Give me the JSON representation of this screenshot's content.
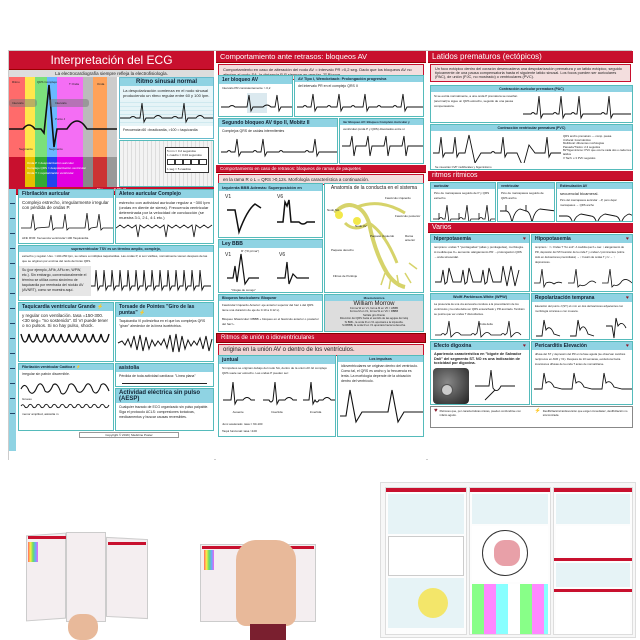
{
  "poster": {
    "title": "Interpretación del ECG",
    "subtitle": "La electrocardiografía siempre refleja la electrofisiología.",
    "waveform_labels": [
      "Ritmo",
      "QRS Complejo",
      "T Onda",
      "Onda",
      "Intervalo",
      "Intervalo",
      "Punto J",
      "Segmento",
      "Segmento"
    ],
    "waveform_notes": [
      "Onda P = despolarización auricular",
      "Complejo QRS = despolarización ventricular",
      "Onda T = repolarización ventricular"
    ],
    "footer_bar": "Ritmos ACLS",
    "normal_sinus": {
      "title": "Ritmo sinusal normal",
      "text": "La despolarización comienza en el nodo sinusal produciendo un ritmo regular entre 60 y 100 lpm.",
      "rate_note": "Frecuencia<60 =bradicardia, >100 = taquicardia",
      "grid_notes": [
        "5 mm = 0.2 segundos",
        "1 cuadro = 0.04 segundos",
        "1 seg = 5 cuadros"
      ]
    },
    "acls": [
      {
        "title": "Fibrilación auricular",
        "text": "Complejo estrecho, irregularmente irregular con pérdida de ondas P.",
        "note": "AFib RVR: frecuencia ventricular>100 Taquicardia"
      },
      {
        "title": "Aleteo auricular Complejo",
        "text": "estrecho con actividad auricular regular a ~300 lpm (ondas en diente de sierra). Frecuencia ventricular determinada por la velocidad de conducción (se muestra 3:1, 2:1, 4:1 etc.)"
      },
      {
        "title": "supraventricular TSV es un término amplio, complejo,",
        "text": "estrecho y regular. Usu. >140-250 lpm, se refiere a múltiples taquicardias. Las ondas P, si son visibles, normalmente vienen después de las que se originan por encima del nodo del tórax QRS.",
        "note": "Su (por ejemplo, AFib, AFlu en, WPW, etc.). Sin embargo, convencionalmente el término se utiliza como sinónimo de taquicardia por reentrada del nódulo AV (AVNRT), como se muestra aquí."
      },
      {
        "title": "Taquicardia ventricular Grande",
        "text": "y regular con ventilación. tasa =150-300. <30 seg= \"no sostenido\". El VI puede tener o no pulsos. Si no hay pulso, shock."
      },
      {
        "title": "Torsade de Pointes \"Giro de las puntas\"",
        "text": "Taquicardia VI polimórfica en el que los complejos QRS \"giran\" alrededor de la línea isoeléctrica."
      },
      {
        "title": "Fibrilación ventricular Caótica e",
        "text": "irregular sin patrón discernible.",
        "labels": [
          "Grueso",
          "menor amplitud, asistolia m"
        ]
      },
      {
        "title": "asistolia",
        "text": "Pérdida de toda actividad cardíaca: \"Línea plana\""
      },
      {
        "title": "Actividad eléctrica sin pulso (AESP)",
        "text": "Cualquier trazado de ECG organizado sin pulso palpable. Siga el protocolo ACLS: compresiones torácicas, medicamentos y buscar causas reversibles."
      }
    ],
    "copyright": "Copyright © 2019 | Medicine Poster",
    "av_blocks": {
      "header": "Comportamiento ante retrasos: bloqueos AV",
      "sub": "Comportamiento en caso de alteración del nodo AV = intervalo PR >0,2 seg. Dado que los bloqueos AV no afectan al nodo SA, la distancia P-P siempre es regular. 2º Bloque",
      "items": [
        {
          "title": "1er bloqueo AV",
          "text": "Intervalo PR consistentemente > 0,2",
          "note": "1 mm = 0.04 s = 0.2 segundos"
        },
        {
          "title": "AV Tipo I, Wenckebach: Prolongación progresiva",
          "text": "del intervalo PR en el complejo QRS II"
        },
        {
          "title": "Segundo bloqueo AV tipo II, Mobitz II",
          "text": "Complejos QRS de caídas intermitentes"
        },
        {
          "title": "3er Bloqueo AV: Bloqueo Completo Auricular y",
          "text": "ventricular (onda P y QRS) disociados entre sí"
        }
      ]
    },
    "bundle": {
      "header": "Comportamiento en caso de retrasos: bloqueos de ramas de paquetes",
      "sub": "en la rama R o L = QRS >0,12s. Morfología característica a continuación.",
      "lbbb": {
        "title": "Izquierda BBB Además: Superposición en",
        "leads": [
          "V1",
          "V6"
        ]
      },
      "rbbb": {
        "title": "Ley BBB",
        "leads": [
          "V1",
          "V6"
        ],
        "notes": [
          "R' (\"R prima\")",
          "\"Orejas de conejo\""
        ]
      },
      "anatomy": {
        "title": "Anatomía de la conducta en el sistema",
        "labels": [
          "Nodo SA",
          "Nodo AV",
          "Fascículo izquierdo",
          "Haz de His",
          "Paquete izquierdo",
          "Paquete derecho",
          "Fibras de Purkinje",
          "Fascículo posterior",
          "Rama anterior"
        ]
      },
      "fascicular": {
        "title": "Bloqueos fasciculares: Bloquear",
        "text": [
          "Fascicular Izquierdo Anterior: eje anterior superior del haz L del QRS tiene una duración de eje de 0.10 a 0.12 s).",
          "Bloqueo bifascicular: RBBB + bloqueo en el fascículo anterior o posterior del haz L."
        ]
      },
      "mnemonic": {
        "title": "Mnemotécnica",
        "name": "William Morrow",
        "lines": [
          "Forma W en V1, forma M en V6 = LBBB",
          "Forma M en V1, forma W en V6 = RBBB",
          "Señale giro Diente",
          "Dirección del QRS hacia el sentido de las agujas del reloj",
          "Si BRIL, la onda R en V1 apuntará a la izquierda.",
          "Si RBBB, la onda R en V1 apuntará hacia la derecha."
        ]
      }
    },
    "junctional": {
      "header": "Ritmos de unión o idioventriculares",
      "sub": "origina en la unión AV o dentro de los ventrículos.",
      "left": {
        "title": "juntual",
        "text": "Si impulsos se originan debajo del nodo SA, dentro de la unión AV. El complejo QRS suele ser estrecho. Las ondas P pueden ser:",
        "labels": [
          "Ausente",
          "Invertida",
          "Invertida"
        ],
        "notes": [
          "Junc acelerado: tasa = 60-100",
          "Taqui funcional: tasa >100"
        ]
      },
      "right": {
        "title": "Los impulsos",
        "text": "idioventriculares se originan dentro del ventrículo. Como tal, el QRS es ancho y la frecuencia es lenta. La morfología depende de la ubicación dentro del ventrículo."
      }
    },
    "premature": {
      "header": "Latidos prematuros (ectópicos)",
      "sub": "Un foco ectópico dentro del corazón desencadena una despolarización prematura y un latido ectópico, seguido típicamente de una pausa compensatoria hasta el siguiente latido sinusal. Los focos pueden ser auriculares (PAC), de unión (PJC, no mostrado) o ventriculares (PVC).",
      "pac": {
        "title": "Contracción auricular prematura (PAC)",
        "text": "Si se excita normalmente, a una onda P prematura se reseñan (anormal) le sigue un QRS estrecho, seguido de una pausa compensatoria."
      },
      "pvc": {
        "title": "Contracción ventricular prematura (PVC)",
        "text": "QRS ancho prematuro — comp. pausa",
        "notes": [
          "Unifocal: focal idéntico",
          "Multifocal: diferentes morfologías",
          "Pareado/Triolos: 2-3 seguidos",
          "Bi/Trigeminismo: PVC que ocurre cada dos o cada tres latidos",
          "V Tach: ≥ 3 PVC seguidos"
        ],
        "foot": "Se muestran CVP multifocales y bigeminismo"
      }
    },
    "rhythmic": {
      "header": "ritmos rítmicos",
      "items": [
        {
          "title": "auricular",
          "text": "Pico de marcapasos seguido de P y QRS estrecho"
        },
        {
          "title": "ventricular",
          "text": "Pico de marcapasos seguido de QRS ancho"
        },
        {
          "title": "Estimulación AV",
          "text2": "secuencial bicameral.",
          "text": "Pico del marcapasos auricular →P, pero dejar marcapasos → QRS ancho"
        }
      ]
    },
    "varios": {
      "header": "Varios",
      "items": [
        {
          "title": "hiperpotasemia",
          "text": "temprano: ondas T \"puntiagudas\" (altas y puntiagudas), morfología. A medida que K+ aumenta: alargamiento PR →prolongación QRS →onda sinusoidal."
        },
        {
          "title": "Hipopotasemia",
          "text": "temprano : ↑/↓ Ondas T \"Ko end\". A medida que K+ cae: ↕ alargamiento de PR, depresión del ST/inversión de la onda T y ondas U prominentes (sobre todo en derivaciones precordiales) → ↕ Fusión de ondas T y U → ↑ depresiones."
        },
        {
          "title": "Wolff-Parkinson-White (WPW)",
          "text": "La presencia de una vía accesoria conduce a la preexcitación de los ventrículos y la onda delta ver QRS ensanchado y PR acortado. También se postra que ver ondas T discordantes.",
          "label": "Onda delta"
        },
        {
          "title": "Repolarización temprana",
          "text": "Elevación del punto J (ST) ≥1 mm en dos derivaciones adyacentes con morfología cóncava o con muesca."
        },
        {
          "title": "Efecto digoxina",
          "text": "Apariencia característica en \"bigote de Salvador Dalí\" del segmento ST. NO es una indicación de toxicidad por digoxina."
        },
        {
          "title": "Pericarditis Elevación",
          "text": "difusa del ST y depresión del PR en la fase aguda (se observan cambios recíprocos en AVR y V1). Después de 10 semanas, evoluciona hacia inversiones difusas de la onda T antes de normalizarse."
        }
      ],
      "legend": [
        {
          "icon": "heart",
          "text": "Patrones que, por características únicas, pueden confundirse con infarto agudo."
        },
        {
          "icon": "bolt",
          "text": "Desfibrilación/cardioversión que exigen inmediatez, desfibrilación no sincronizada"
        }
      ]
    }
  },
  "photos": {
    "items": [
      "folded-card-in-hand",
      "unfolded-card-with-hand",
      "back-side-overview"
    ]
  },
  "colors": {
    "red": "#c8102e",
    "teal": "#8fd3e3",
    "pink": "#f3dede"
  }
}
